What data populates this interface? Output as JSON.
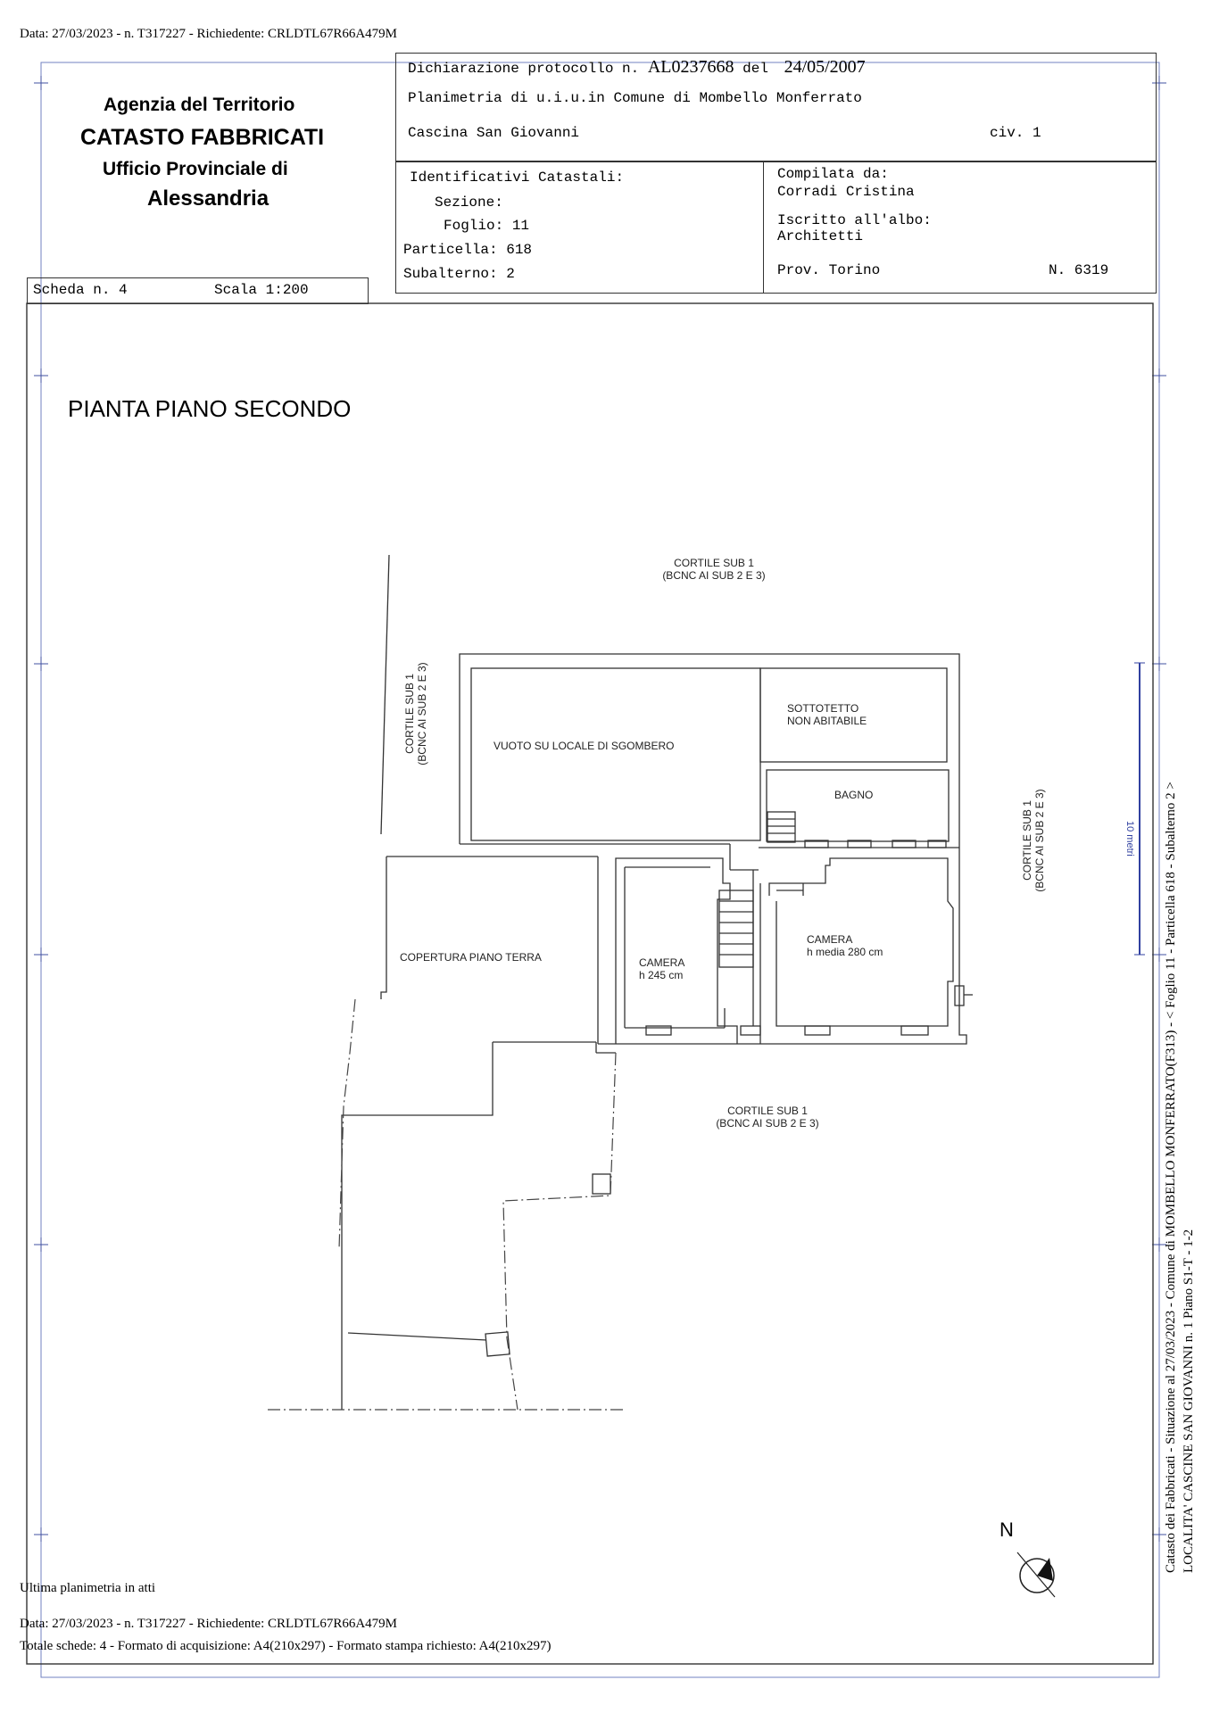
{
  "header_line": "Data: 27/03/2023 - n. T317227 - Richiedente: CRLDTL67R66A479M",
  "agency": {
    "line1": "Agenzia del Territorio",
    "line2": "CATASTO FABBRICATI",
    "line3": "Ufficio Provinciale di",
    "line4": "Alessandria"
  },
  "declaration": {
    "label": "Dichiarazione protocollo n.",
    "number": "AL0237668",
    "del_label": "del",
    "date": "24/05/2007",
    "planimetria": "Planimetria di u.i.u.in Comune di Mombello Monferrato",
    "address": "Cascina San Giovanni",
    "civ": "civ. 1"
  },
  "identificativi": {
    "title": "Identificativi Catastali:",
    "sezione": "Sezione:",
    "foglio": "Foglio: 11",
    "particella": "Particella: 618",
    "subalterno": "Subalterno: 2"
  },
  "compilata": {
    "label": "Compilata da:",
    "name": "Corradi Cristina",
    "iscritto_label": "Iscritto all'albo:",
    "albo": "Architetti",
    "prov": "Prov. Torino",
    "n": "N.  6319"
  },
  "scheda": {
    "scheda": "Scheda n. 4",
    "scala": "Scala 1:200"
  },
  "plan": {
    "title": "PIANTA PIANO SECONDO",
    "cortile_top_1": "CORTILE SUB 1",
    "cortile_top_2": "(BCNC AI SUB 2 E 3)",
    "cortile_left_1": "CORTILE SUB 1",
    "cortile_left_2": "(BCNC AI SUB 2 E 3)",
    "cortile_right_1": "CORTILE SUB 1",
    "cortile_right_2": "(BCNC AI SUB 2 E 3)",
    "cortile_bottom_1": "CORTILE SUB 1",
    "cortile_bottom_2": "(BCNC AI SUB 2 E 3)",
    "vuoto": "VUOTO SU LOCALE DI SGOMBERO",
    "sottotetto_1": "SOTTOTETTO",
    "sottotetto_2": "NON ABITABILE",
    "bagno": "BAGNO",
    "copertura": "COPERTURA PIANO TERRA",
    "camera1": "CAMERA",
    "camera1_h": "h 245 cm",
    "camera2": "CAMERA",
    "camera2_h": "h media 280 cm",
    "north": "N",
    "side_mark": "10 metri"
  },
  "side_text": {
    "line1": "Catasto dei Fabbricati - Situazione al 27/03/2023 - Comune di MOMBELLO MONFERRATO(F313) - < Foglio 11 - Particella 618 - Subalterno 2 >",
    "line2": "LOCALITA' CASCINE SAN GIOVANNI n. 1 Piano S1-T - 1-2"
  },
  "footer": {
    "ultima": "Ultima planimetria in atti",
    "data": "Data: 27/03/2023 - n. T317227 - Richiedente: CRLDTL67R66A479M",
    "totale": "Totale schede: 4 - Formato di acquisizione: A4(210x297)  - Formato stampa richiesto: A4(210x297)"
  }
}
